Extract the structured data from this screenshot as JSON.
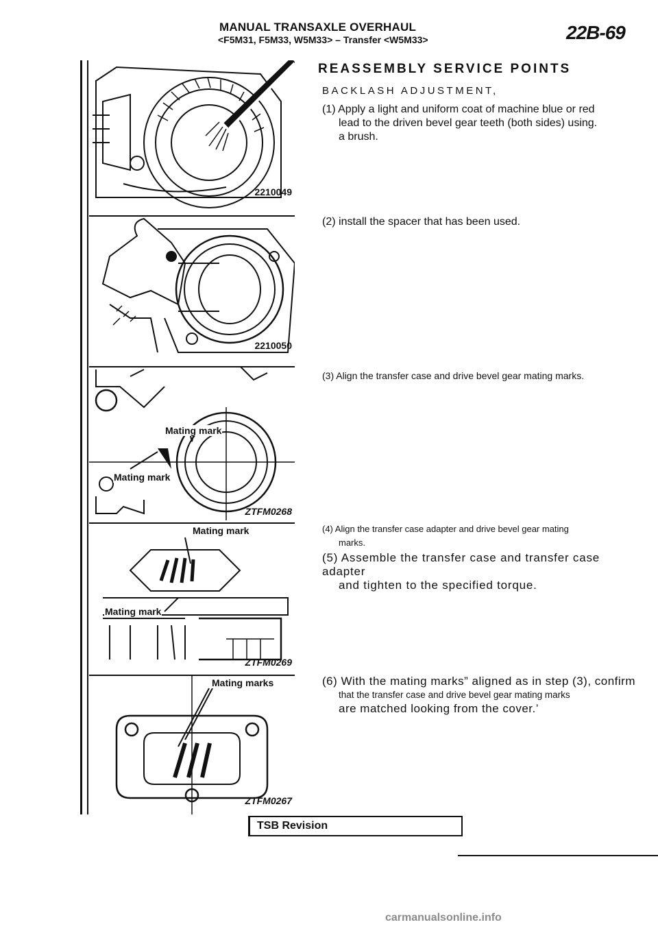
{
  "header": {
    "title": "MANUAL TRANSAXLE OVERHAUL",
    "subtitle": "<F5M31, F5M33, W5M33> – Transfer <W5M33>",
    "page_number": "22B-69"
  },
  "figures": [
    {
      "code": "2210049",
      "callouts": []
    },
    {
      "code": "2210050",
      "callouts": []
    },
    {
      "code": "ZTFM0268",
      "callouts": [
        "Mating mark",
        "Mating mark"
      ]
    },
    {
      "code": "ZTFM0269",
      "callouts": [
        "Mating mark",
        "Mating mark"
      ]
    },
    {
      "code": "ZTFM0267",
      "callouts": [
        "Mating marks"
      ]
    }
  ],
  "content": {
    "section_title": "REASSEMBLY SERVICE POINTS",
    "subheading": "BACKLASH ADJUSTMENT,",
    "steps": [
      {
        "num": "(1)",
        "line1": "Apply a light and uniform coat of machine blue or red",
        "line2": "lead to the driven bevel gear teeth (both sides) using.",
        "line3": "a brush."
      },
      {
        "num": "(2)",
        "line1": "install the spacer that has been used."
      },
      {
        "num": "(3)",
        "line1": "Align the transfer case and drive bevel gear mating marks."
      },
      {
        "num": "(4)",
        "line1": "Align the transfer case adapter and drive bevel gear mating",
        "line2": "marks."
      },
      {
        "num": "(5)",
        "line1": "Assemble the transfer case and transfer case adapter",
        "line2": "and tighten to the specified torque."
      },
      {
        "num": "(6)",
        "line1": "With the mating marks” aligned as in step (3), confirm",
        "line2": "that the transfer case and drive bevel gear mating marks",
        "line3": "are matched looking from the cover.’"
      }
    ]
  },
  "footer": {
    "tsb_label": "TSB Revision",
    "watermark": "carmanualsonline.info"
  }
}
